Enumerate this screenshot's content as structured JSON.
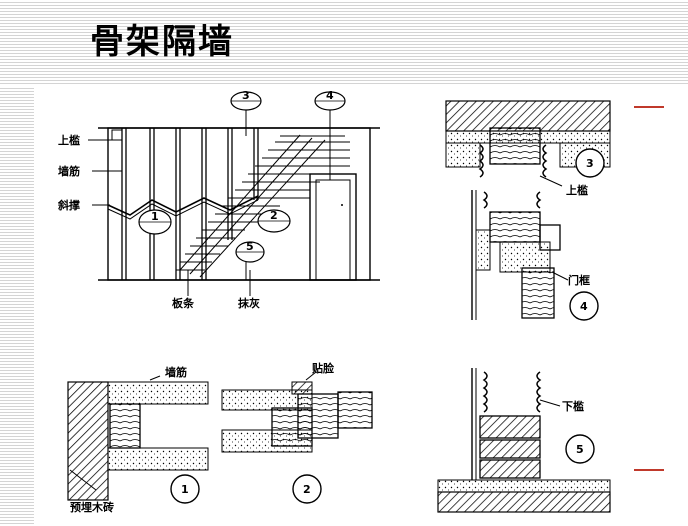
{
  "slide": {
    "title": "骨架隔墙",
    "accent_color": "#c0392b"
  },
  "elevation": {
    "labels": {
      "top_rail": "上槛",
      "stud": "墙筋",
      "brace": "斜撑",
      "lath": "板条",
      "plaster": "抹灰"
    },
    "callouts": [
      "1",
      "2",
      "3",
      "4",
      "5"
    ]
  },
  "detail_1_2": {
    "labels": {
      "stud": "墙筋",
      "facing": "贴脸",
      "wood_brick": "预埋木砖"
    },
    "numbers": [
      "1",
      "2"
    ]
  },
  "detail_3_4": {
    "labels": {
      "top_rail": "上槛",
      "door_frame": "门框"
    },
    "numbers": [
      "3",
      "4"
    ]
  },
  "detail_5": {
    "labels": {
      "bottom_rail": "下槛"
    },
    "numbers": [
      "5"
    ]
  }
}
